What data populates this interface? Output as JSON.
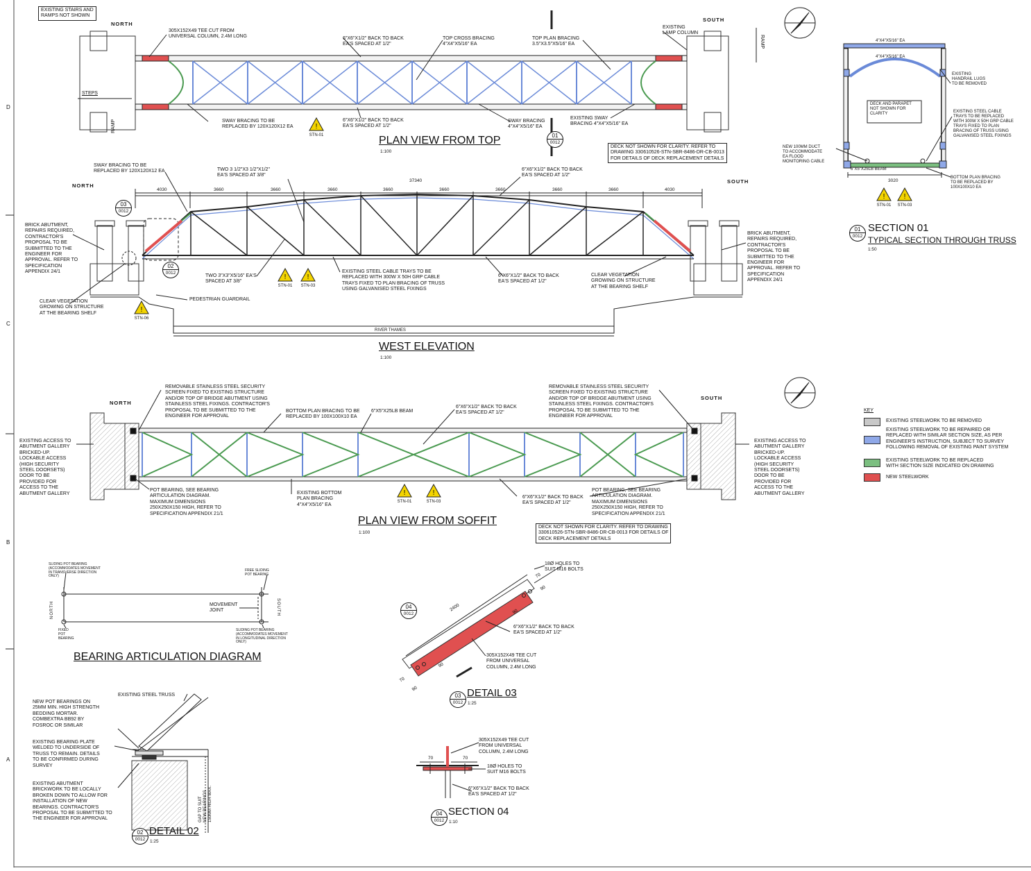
{
  "key": {
    "title": "KEY",
    "colors": {
      "removed": "#c8c8c8",
      "repair": "#8fa8e8",
      "replace": "#7bbf80",
      "new": "#e05050"
    },
    "removed": "EXISTING STEELWORK TO BE REMOVED",
    "repair": "EXISTING STEELWORK TO BE REPAIRED OR\nREPLACED WITH SIMILAR SECTION SIZE, AS PER\nENGINEER'S INSTRUCTION, SUBJECT TO SURVEY\nFOLLOWING REMOVAL OF EXISTING PAINT SYSTEM",
    "replace": "EXISTING STEELWORK TO BE REPLACED\nWITH SECTION SIZE INDICATED ON DRAWING",
    "new": "NEW STEELWORK"
  },
  "grid": {
    "d": "D",
    "c": "C",
    "b": "B",
    "a": "A"
  },
  "plan_top": {
    "title": "PLAN VIEW FROM TOP",
    "scale": "1:100",
    "note_stairs": "EXISTING STAIRS AND\nRAMPS NOT SHOWN",
    "north": "NORTH",
    "south": "SOUTH",
    "steps": "STEPS",
    "ramp": "RAMP",
    "tee_cut": "305x152x49 TEE CUT FROM\nUNIVERSAL COLUMN, 2.4m LONG",
    "back_to_back_top": "6\"x6\"x1/2\" BACK TO BACK\nEA's SPACED AT 1/2\"",
    "top_cross": "TOP CROSS BRACING\n4\"x4\"x5/16\" EA",
    "top_plan": "TOP PLAN BRACING\n3.5\"x3.5\"x5/16\" EA",
    "lamp": "EXISTING\nLAMP COLUMN",
    "sway_replace": "SWAY BRACING TO BE\nREPLACED BY 120x120x12 EA",
    "back_to_back_bot": "6\"x6\"x1/2\" BACK TO BACK\nEA's SPACED AT 1/2\"",
    "sway": "SWAY BRACING\n4\"x4\"x5/16\" EA",
    "existing_sway": "EXISTING SWAY\nBRACING 4\"x4\"x5/16\" EA",
    "deck_note": "DECK NOT SHOWN FOR CLARITY. REFER TO\nDRAWING 330610526-STN-SBR-8486-DR-CB-0013\nFOR DETAILS OF DECK REPLACEMENT DETAILS",
    "stn": "STN-01",
    "bubble": {
      "top": "01",
      "bot": "0012"
    }
  },
  "section01": {
    "title": "SECTION 01",
    "subtitle": "TYPICAL SECTION THROUGH TRUSS",
    "scale": "1:50",
    "ea_top": "4\"x4\"x5/16\" EA",
    "ea_top2": "4\"x4\"x5/16\" EA",
    "handrail": "EXISTING\nHANDRAIL LUGS\nTO BE REMOVED",
    "deck_box": "DECK AND PARAPET\nNOT SHOWN FOR\nCLARITY",
    "cable": "EXISTING STEEL CABLE\nTRAYS TO BE REPLACED\nWITH 300W x 50H GRP CABLE\nTRAYS FIXED TO PLAN\nBRACING OF TRUSS USING\nGALVANISED STEEL FIXINGS",
    "duct": "NEW 100mm DUCT\nTO ACCOMMODATE\nEA FLOOD\nMONITORING CABLE",
    "beam": "6\"x5\"x25lb BEAM",
    "bottom_plan": "BOTTOM PLAN BRACING\nTO BE REPLACED BY\n100x100x10 EA",
    "width": "3020",
    "stn1": "STN-01",
    "stn3": "STN-03",
    "bubble": {
      "top": "01",
      "bot": "0012"
    }
  },
  "west": {
    "title": "WEST ELEVATION",
    "scale": "1:100",
    "north": "NORTH",
    "south": "SOUTH",
    "overall": "37340",
    "spans": [
      "4030",
      "3660",
      "3660",
      "3660",
      "3660",
      "3660",
      "3660",
      "3660",
      "3660",
      "4030"
    ],
    "sway_replace": "SWAY BRACING TO BE\nREPLACED BY 120x120x12 EA",
    "two_ea": "TWO 3 1/2\"x3 1/2\"x1/2\"\nEA's SPACED AT 3/8\"",
    "b2b_top": "6\"x6\"x1/2\" BACK TO BACK\nEA's SPACED AT 1/2\"",
    "brick_l": "BRICK ABUTMENT,\nREPAIRS REQUIRED,\nCONTRACTOR'S\nPROPOSAL TO BE\nSUBMITTED TO THE\nENGINEER FOR\nAPPROVAL. REFER TO\nSPECIFICATION\nAPPENDIX 24/1",
    "brick_r": "BRICK ABUTMENT,\nREPAIRS REQUIRED,\nCONTRACTOR'S\nPROPOSAL TO BE\nSUBMITTED TO THE\nENGINEER FOR\nAPPROVAL. REFER TO\nSPECIFICATION\nAPPENDIX 24/1",
    "two_ea2": "TWO 3\"x3\"x5/16\" EA's\nSPACED AT 3/8\"",
    "cable": "EXISTING STEEL CABLE TRAYS TO BE\nREPLACED WITH 300W x 50H GRP CABLE\nTRAYS FIXED TO PLAN BRACING OF TRUSS\nUSING GALVANISED STEEL FIXINGS",
    "b2b_bot": "6\"x6\"x1/2\" BACK TO BACK\nEA's SPACED AT 1/2\"",
    "veg_r": "CLEAR VEGETATION\nGROWING ON STRUCTURE\nAT THE BEARING SHELF",
    "veg_l": "CLEAR VEGETATION\nGROWING ON STRUCTURE\nAT THE BEARING SHELF",
    "guardrail": "PEDESTRIAN GUARDRAIL",
    "river": "RIVER THAMES",
    "stn1": "STN-01",
    "stn3": "STN-03",
    "stn6": "STN-06",
    "bub03": {
      "top": "03",
      "bot": "0012"
    },
    "bub02": {
      "top": "02",
      "bot": "0012"
    }
  },
  "soffit": {
    "title": "PLAN VIEW FROM SOFFIT",
    "scale": "1:100",
    "north": "NORTH",
    "south": "SOUTH",
    "screen_l": "REMOVABLE STAINLESS STEEL SECURITY\nSCREEN FIXED TO EXISTING STRUCTURE\nAND/OR TOP OF BRIDGE ABUTMENT USING\nSTAINLESS STEEL FIXINGS. CONTRACTOR'S\nPROPOSAL TO BE SUBMITTED TO THE\nENGINEER FOR APPROVAL",
    "screen_r": "REMOVABLE STAINLESS STEEL SECURITY\nSCREEN FIXED TO EXISTING STRUCTURE\nAND/OR TOP OF BRIDGE ABUTMENT USING\nSTAINLESS STEEL FIXINGS. CONTRACTOR'S\nPROPOSAL TO BE SUBMITTED TO THE\nENGINEER FOR APPROVAL",
    "bottom_plan": "BOTTOM PLAN BRACING TO BE\nREPLACED BY 100x100x10 EA",
    "beam": "6\"x5\"x25lb BEAM",
    "b2b_top": "6\"x6\"x1/2\" BACK TO BACK\nEA's SPACED AT 1/2\"",
    "access_l": "EXISTING ACCESS TO\nABUTMENT GALLERY\nBRICKED-UP.\nLOCKABLE ACCESS\n(HIGH SECURITY\nSTEEL DOORSETS)\nDOOR TO BE\nPROVIDED FOR\nACCESS TO THE\nABUTMENT GALLERY",
    "access_r": "EXISTING ACCESS TO\nABUTMENT GALLERY\nBRICKED-UP.\nLOCKABLE ACCESS\n(HIGH SECURITY\nSTEEL DOORSETS)\nDOOR TO BE\nPROVIDED FOR\nACCESS TO THE\nABUTMENT GALLERY",
    "pot_l": "POT BEARING, SEE BEARING\nARTICULATION DIAGRAM.\nMAXIMUM DIMENSIONS\n250x250x150 HIGH, REFER TO\nSPECIFICATION APPENDIX 21/1",
    "pot_r": "POT BEARING, SEE BEARING\nARTICULATION DIAGRAM.\nMAXIMUM DIMENSIONS\n250x250x150 HIGH, REFER TO\nSPECIFICATION APPENDIX 21/1",
    "exist_bottom": "EXISTING BOTTOM\nPLAN BRACING\n4\"x4\"x5/16\" EA",
    "b2b_bot": "6\"x6\"x1/2\" BACK TO BACK\nEA's SPACED AT 1/2\"",
    "deck_note": "DECK NOT SHOWN FOR CLARITY. REFER TO DRAWING\n330610526-STN-SBR-8486-DR-CB-0013 FOR DETAILS OF\nDECK REPLACEMENT DETAILS",
    "stn1": "STN-01",
    "stn3": "STN-03"
  },
  "bearing": {
    "title": "BEARING ARTICULATION DIAGRAM",
    "sliding_trans": "SLIDING POT BEARING\n(ACCOMMODATES MOVEMENT\nIN TRANSVERSE DIRECTION\nONLY)",
    "free": "FREE SLIDING\nPOT BEARING",
    "movement": "MOVEMENT\nJOINT",
    "north": "NORTH",
    "south": "SOUTH",
    "fixed": "FIXED\nPOT\nBEARING",
    "sliding_long": "SLIDING POT BEARING\n(ACCOMMODATES MOVEMENT\nIN LONGITUDINAL DIRECTION\nONLY)"
  },
  "detail03": {
    "title": "DETAIL 03",
    "scale": "1:25",
    "holes": "18Ø HOLES TO\nSUIT M16 BOLTS",
    "b2b": "6\"x6\"x1/2\" BACK TO BACK\nEA's SPACED AT 1/2\"",
    "tee": "305x152x49 TEE CUT\nFROM UNIVERSAL\nCOLUMN, 2.4m LONG",
    "len": "2400",
    "d70": "70",
    "d90": "90",
    "bub04": {
      "top": "04",
      "bot": "0012"
    },
    "bub": {
      "top": "03",
      "bot": "0012"
    }
  },
  "detail02": {
    "title": "DETAIL 02",
    "scale": "1:25",
    "truss": "EXISTING STEEL TRUSS",
    "pot": "NEW POT BEARINGS ON\n25mm MIN. HIGH STRENGTH\nBEDDING MORTAR.\nCOMBEXTRA BB92 BY\nFOSROC OR SIMILAR",
    "plate": "EXISTING BEARING PLATE\nWELDED TO UNDERSIDE OF\nTRUSS TO REMAIN. DETAILS\nTO BE CONFIRMED DURING\nSURVEY",
    "brick": "EXISTING ABUTMENT\nBRICKWORK TO BE LOCALLY\nBROKEN DOWN TO ALLOW FOR\nINSTALLATION OF NEW\nBEARINGS. CONTRACTOR'S\nPROPOSAL TO BE SUBMITTED TO\nTHE ENGINEER FOR APPROVAL",
    "gap": "GAP TO SUIT\nNEW BEARINGS\n150mm HIGH MAX.",
    "bub": {
      "top": "02",
      "bot": "0012"
    }
  },
  "section04": {
    "title": "SECTION 04",
    "scale": "1:10",
    "tee": "305x152x49 TEE CUT\nFROM UNIVERSAL\nCOLUMN, 2.4m LONG",
    "holes": "18Ø HOLES TO\nSUIT M16 BOLTS",
    "b2b": "6\"x6\"x1/2\" BACK TO BACK\nEA's SPACED AT 1/2\"",
    "d70a": "70",
    "d70b": "70",
    "bub": {
      "top": "04",
      "bot": "0012"
    }
  }
}
